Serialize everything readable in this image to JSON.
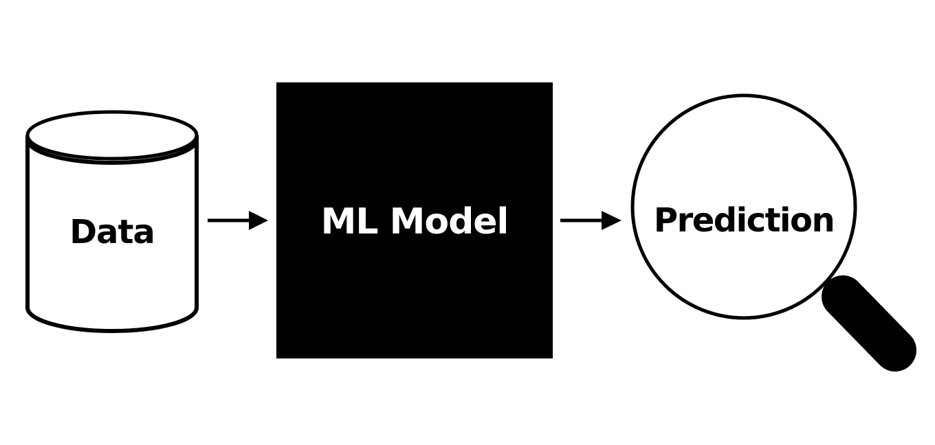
{
  "nodes": {
    "data": {
      "label": "Data",
      "shape": "database-cylinder-icon",
      "fill": "#ffffff",
      "stroke": "#000000"
    },
    "model": {
      "label": "ML Model",
      "shape": "black-box",
      "fill": "#000000",
      "text_color": "#ffffff"
    },
    "prediction": {
      "label": "Prediction",
      "shape": "magnifying-glass-icon",
      "fill": "#ffffff",
      "stroke": "#000000"
    }
  },
  "edges": [
    {
      "from": "data",
      "to": "model"
    },
    {
      "from": "model",
      "to": "prediction"
    }
  ]
}
